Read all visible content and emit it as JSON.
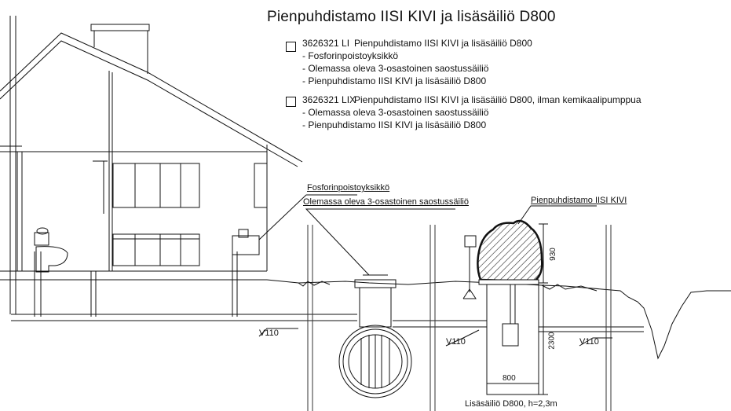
{
  "title": "Pienpuhdistamo IISI KIVI ja lisäsäiliö D800",
  "options": [
    {
      "code": "3626321 LI",
      "name": "Pienpuhdistamo IISI KIVI ja lisäsäiliö D800",
      "items": [
        "- Fosforinpoistoyksikkö",
        "- Olemassa oleva 3-osastoinen saostussäiliö",
        "- Pienpuhdistamo IISI KIVI ja lisäsäiliö D800"
      ]
    },
    {
      "code": "3626321 LIX",
      "name": "Pienpuhdistamo IISI KIVI ja lisäsäiliö D800, ilman kemikaalipumppua",
      "items": [
        "- Olemassa oleva 3-osastoinen saostussäiliö",
        "- Pienpuhdistamo IISI KIVI ja lisäsäiliö D800"
      ]
    }
  ],
  "labels": {
    "phosphorus_unit": "Fosforinpoistoyksikkö",
    "existing_tank": "Olemassa oleva 3-osastoinen saostussäiliö",
    "small_plant": "Pienpuhdistamo IISI KIVI",
    "extra_tank": "Lisäsäiliö D800, h=2,3m",
    "pipe_1": "V110",
    "pipe_2": "V110",
    "pipe_3": "V110",
    "dim_930": "930",
    "dim_2300": "2300",
    "dim_800": "800"
  }
}
